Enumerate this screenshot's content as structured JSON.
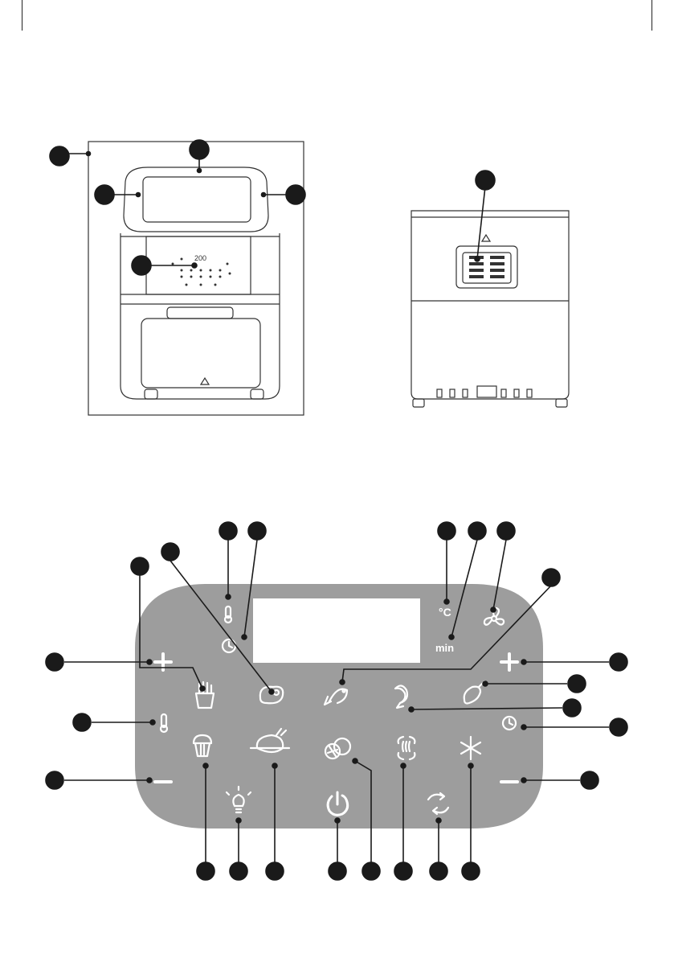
{
  "colors": {
    "ink": "#1f1f1f",
    "callout": "#1a1a1a",
    "panel": "#9d9d9d",
    "icon": "#ffffff",
    "display": "#ffffff",
    "line_art": "#333333"
  },
  "front_view": {
    "display_value": "200"
  },
  "control_panel": {
    "temp_unit_label": "°C",
    "time_unit_label": "min",
    "plus_glyph": "+",
    "minus_glyph": "−",
    "icons": {
      "left": [
        "plus-icon",
        "thermometer-icon",
        "minus-icon"
      ],
      "right": [
        "plus-icon",
        "clock-icon",
        "minus-icon"
      ],
      "top": [
        "thermometer-icon",
        "clock-icon",
        "celsius-label",
        "min-label",
        "fan-icon"
      ],
      "row1": [
        "fries-icon",
        "steak-icon",
        "fish-icon",
        "shrimp-icon",
        "drumstick-icon"
      ],
      "row2": [
        "cupcake-icon",
        "roast-chicken-icon",
        "orange-icon",
        "rotisserie-icon",
        "defrost-icon"
      ],
      "row3": [
        "light-bulb-icon",
        "power-icon",
        "rotate-icon"
      ]
    }
  }
}
